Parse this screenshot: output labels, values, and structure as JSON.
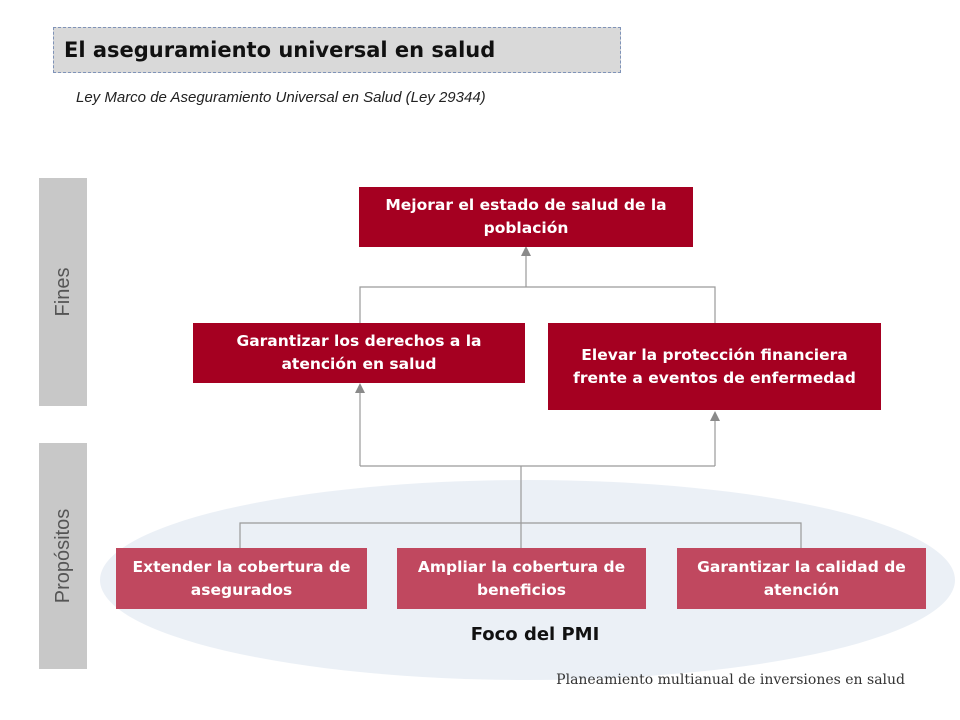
{
  "header": {
    "title": "El aseguramiento universal en salud",
    "subtitle": "Ley Marco de Aseguramiento Universal en Salud (Ley 29344)"
  },
  "side_labels": {
    "fines": "Fines",
    "propositos": "Propósitos"
  },
  "boxes": {
    "top": "Mejorar el estado de salud de la población",
    "mid_left": "Garantizar los derechos a la atención en salud",
    "mid_right": "Elevar la protección financiera frente a eventos de enfermedad",
    "bottom_left": "Extender la cobertura de asegurados",
    "bottom_center": "Ampliar la cobertura de beneficios",
    "bottom_right": "Garantizar la calidad de atención"
  },
  "focus_label": "Foco del PMI",
  "footer": "Planeamiento multianual de inversiones en salud",
  "colors": {
    "dark_box": "#a50021",
    "light_box": "#c0485f",
    "side_bar": "#c8c8c8",
    "focus_ellipse": "#e8edf4"
  }
}
